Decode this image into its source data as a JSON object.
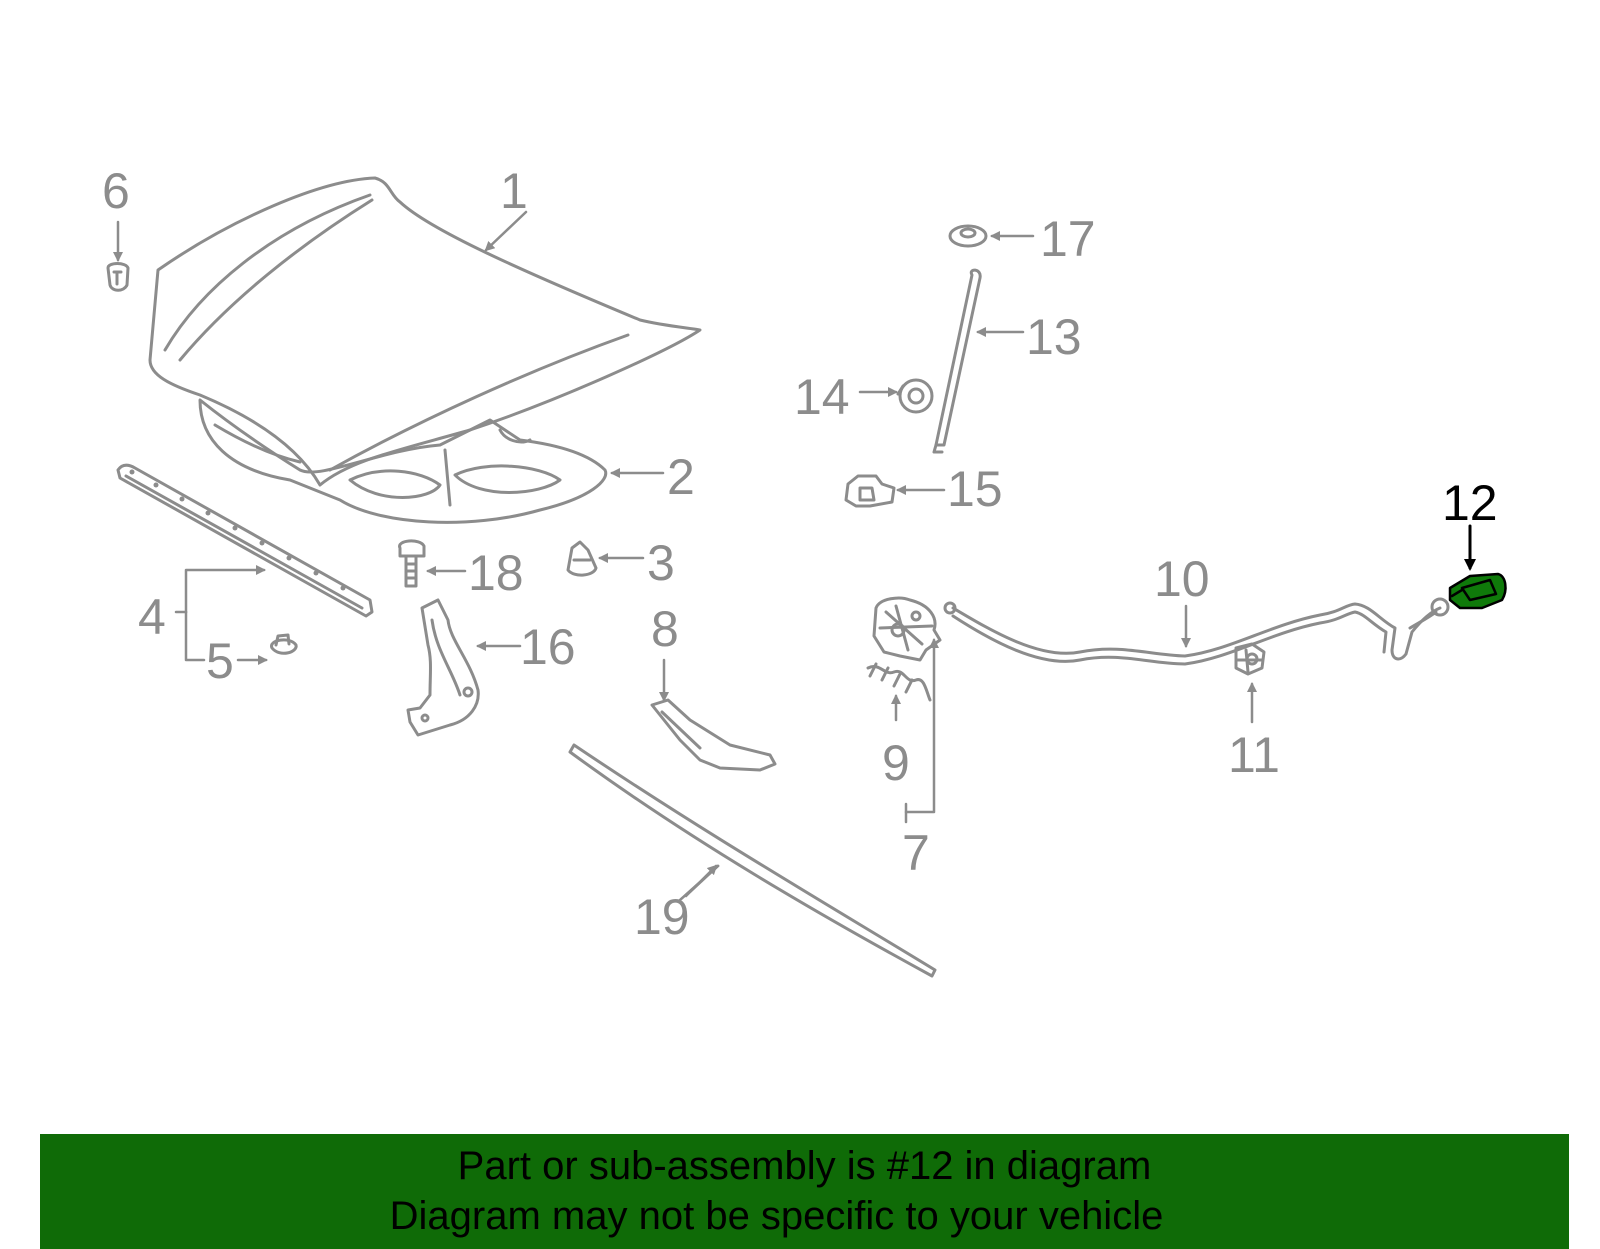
{
  "callouts": {
    "c1": "1",
    "c2": "2",
    "c3": "3",
    "c4": "4",
    "c5": "5",
    "c6": "6",
    "c7": "7",
    "c8": "8",
    "c9": "9",
    "c10": "10",
    "c11": "11",
    "c12": "12",
    "c13": "13",
    "c14": "14",
    "c15": "15",
    "c16": "16",
    "c17": "17",
    "c18": "18",
    "c19": "19"
  },
  "highlighted_part": "12",
  "colors": {
    "part_stroke": "#8c8c8c",
    "highlight_fill": "#0f7a0a",
    "banner_background": "#0f6b07",
    "banner_text": "#000000"
  },
  "banner": {
    "line1": "Part or sub-assembly is #12 in diagram",
    "line2": "Diagram may not be specific to your vehicle"
  }
}
